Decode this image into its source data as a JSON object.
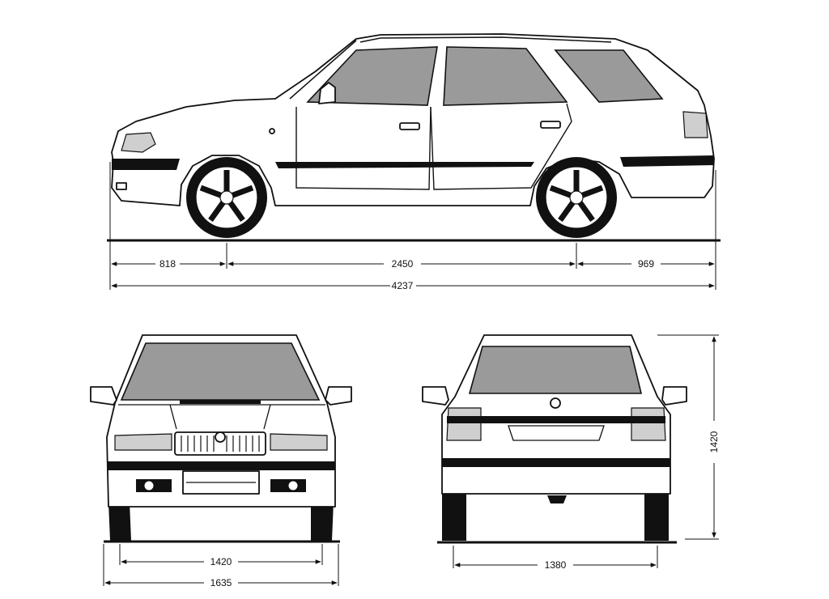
{
  "dimensions": {
    "front_overhang": "818",
    "wheelbase": "2450",
    "rear_overhang": "969",
    "overall_length": "4237",
    "front_track": "1420",
    "overall_width": "1635",
    "rear_track": "1380",
    "overall_height": "1420"
  },
  "colors": {
    "ink": "#111111",
    "paper": "#ffffff",
    "glass": "#9a9a9a"
  }
}
